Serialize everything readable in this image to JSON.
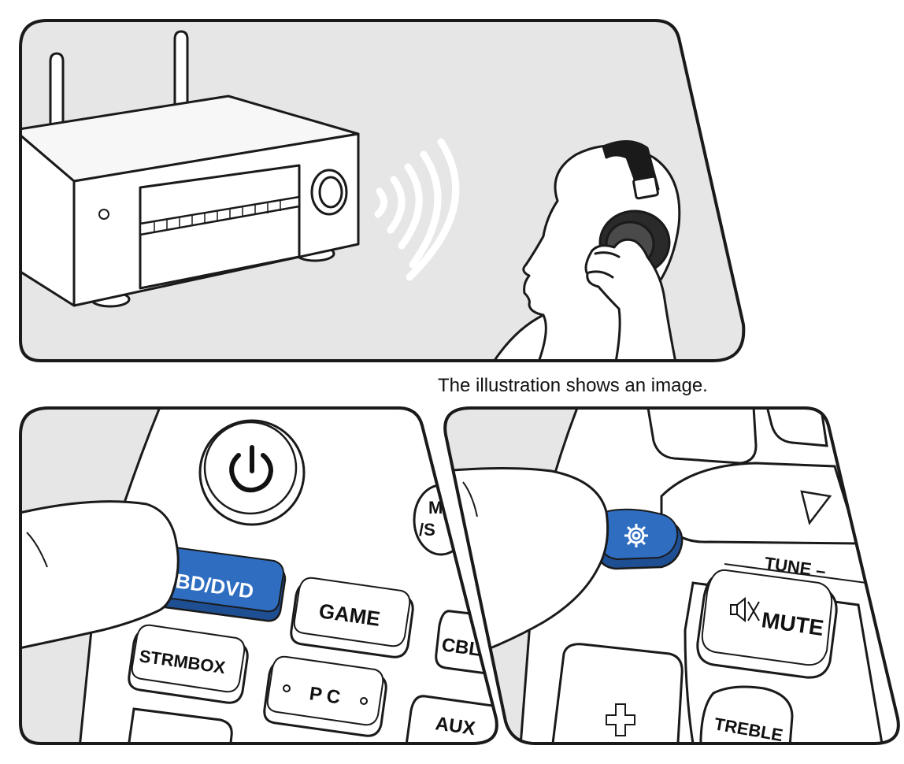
{
  "caption": "The illustration shows an image.",
  "remote_left": {
    "btn_bd_dvd": "BD/DVD",
    "btn_game": "GAME",
    "btn_strmbox": "STRMBOX",
    "btn_pc": "PC",
    "btn_cbl": "CBL",
    "btn_aux": "AUX",
    "btn_mode_partial": "M",
    "btn_mode_partial2": "/S"
  },
  "remote_right": {
    "label_tune": "TUNE –",
    "btn_mute": "MUTE",
    "btn_treble": "TREBLE"
  },
  "colors": {
    "background_gray": "#e6e6e6",
    "outline": "#1a1a1a",
    "highlight_blue": "#2f6dc0",
    "highlight_blue_dark": "#1f4f93",
    "waves": "#ffffff"
  },
  "icons": {
    "power": "power-icon",
    "setup": "gear-icon",
    "mute": "speaker-mute-icon",
    "plus": "plus-icon",
    "down": "triangle-down-icon"
  }
}
